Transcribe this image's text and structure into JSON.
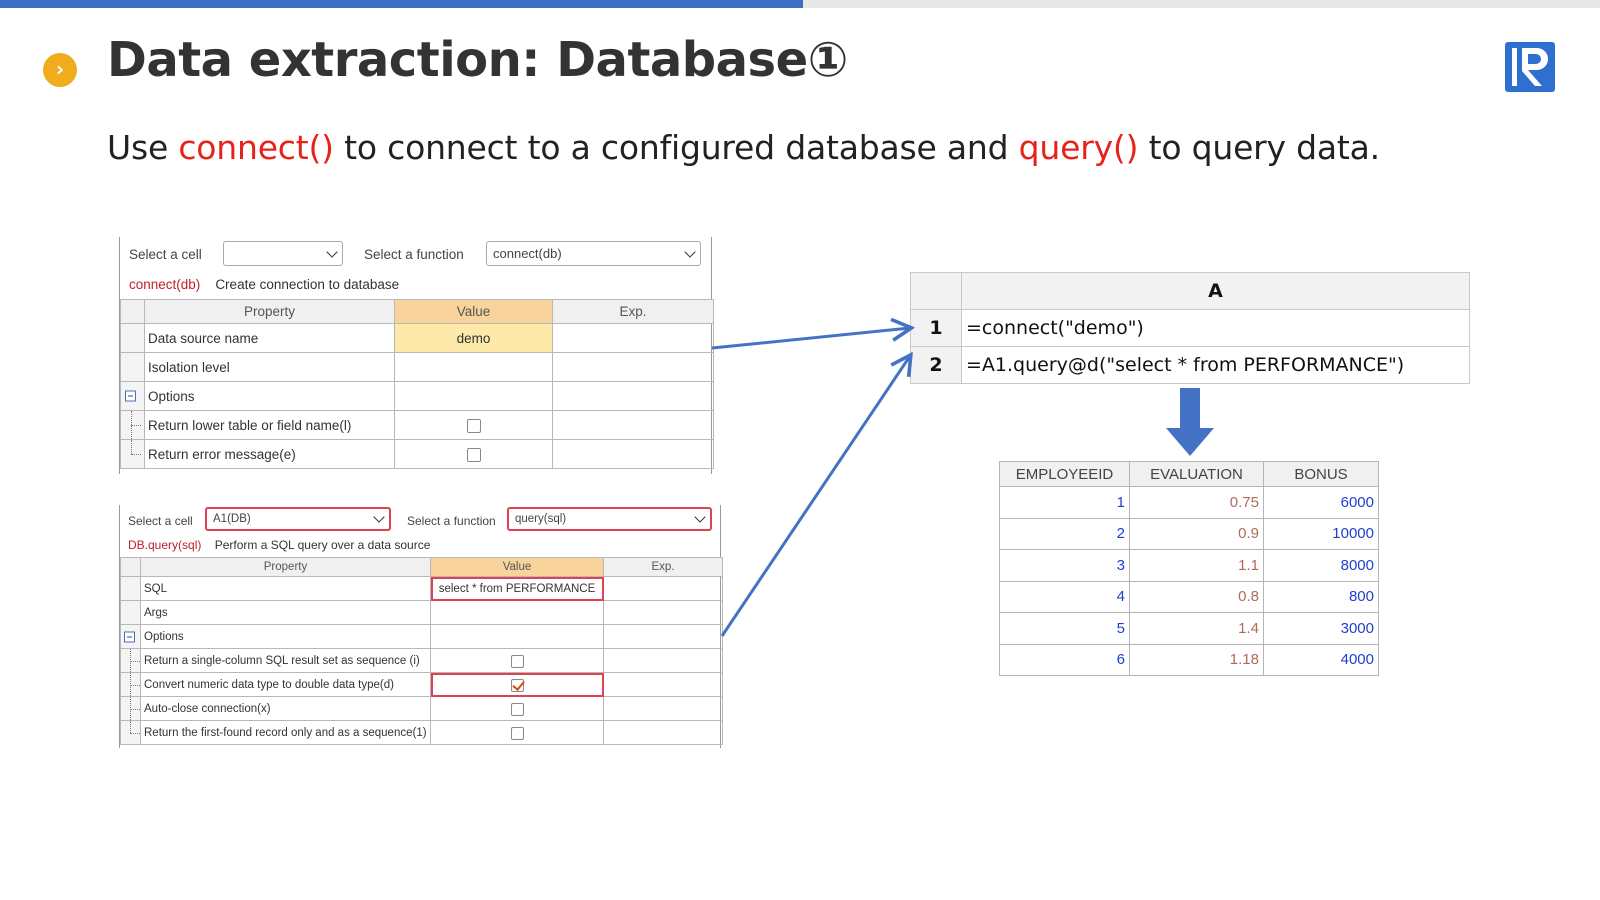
{
  "header": {
    "title": "Data extraction: Database①",
    "bullet_glyph": "›"
  },
  "subtitle": {
    "part1": "Use ",
    "func1": "connect()",
    "part2": " to connect to a configured database and ",
    "func2": "query()",
    "part3": " to query data."
  },
  "dialog1": {
    "select_cell_label": "Select a cell",
    "select_cell_value": "",
    "select_function_label": "Select a function",
    "select_function_value": "connect(db)",
    "function_name": "connect(db)",
    "function_desc": "Create connection to database",
    "headers": {
      "property": "Property",
      "value": "Value",
      "exp": "Exp."
    },
    "rows": [
      {
        "property": "Data source name",
        "value": "demo"
      },
      {
        "property": "Isolation level",
        "value": ""
      },
      {
        "property": "Options"
      },
      {
        "property": "Return lower table or field name(l)",
        "checked": false
      },
      {
        "property": "Return error message(e)",
        "checked": false
      }
    ]
  },
  "dialog2": {
    "select_cell_label": "Select a cell",
    "select_cell_value": "A1(DB)",
    "select_function_label": "Select a function",
    "select_function_value": "query(sql)",
    "function_name": "DB.query(sql)",
    "function_desc": "Perform a SQL query over a data source",
    "headers": {
      "property": "Property",
      "value": "Value",
      "exp": "Exp."
    },
    "rows": [
      {
        "property": "SQL",
        "value": "select * from PERFORMANCE"
      },
      {
        "property": "Args",
        "value": ""
      },
      {
        "property": "Options"
      },
      {
        "property": "Return a single-column SQL result set as sequence (i)",
        "checked": false
      },
      {
        "property": "Convert numeric data type to double data type(d)",
        "checked": true
      },
      {
        "property": "Auto-close connection(x)",
        "checked": false
      },
      {
        "property": "Return the first-found record only and as a sequence(1)",
        "checked": false
      }
    ]
  },
  "grid": {
    "column": "A",
    "rows": [
      {
        "num": "1",
        "formula": "=connect(\"demo\")"
      },
      {
        "num": "2",
        "formula": "=A1.query@d(\"select * from PERFORMANCE\")"
      }
    ]
  },
  "result": {
    "columns": [
      "EMPLOYEEID",
      "EVALUATION",
      "BONUS"
    ],
    "rows": [
      [
        "1",
        "0.75",
        "6000"
      ],
      [
        "2",
        "0.9",
        "10000"
      ],
      [
        "3",
        "1.1",
        "8000"
      ],
      [
        "4",
        "0.8",
        "800"
      ],
      [
        "5",
        "1.4",
        "3000"
      ],
      [
        "6",
        "1.18",
        "4000"
      ]
    ]
  },
  "colors": {
    "accent_blue": "#3a6fc4",
    "bullet_orange": "#f0ac1c",
    "highlight_red": "#e8221b",
    "arrow_blue": "#4472c4"
  },
  "icons": {
    "logo": "r-logo-icon",
    "bullet": "chevron-right-icon",
    "down_arrow": "down-arrow-icon"
  }
}
